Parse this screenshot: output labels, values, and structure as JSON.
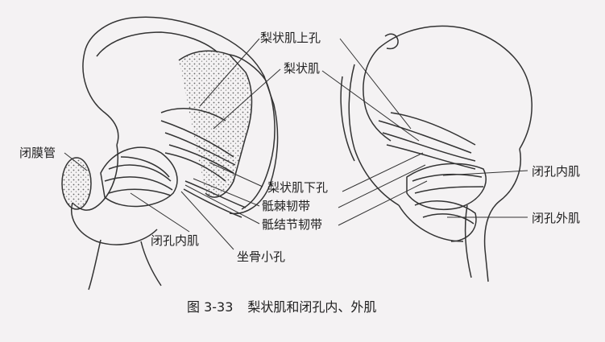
{
  "labels": {
    "piriformis_superior_foramen": "梨状肌上孔",
    "piriformis": "梨状肌",
    "obturator_canal": "闭膜管",
    "piriformis_inferior_foramen": "梨状肌下孔",
    "sacrospinous_ligament": "骶棘韧带",
    "sacrotuberous_ligament": "骶结节韧带",
    "obturator_internus_left": "闭孔内肌",
    "lesser_sciatic_foramen": "坐骨小孔",
    "obturator_internus_right": "闭孔内肌",
    "obturator_externus": "闭孔外肌"
  },
  "caption": {
    "number": "图 3-33",
    "title": "梨状肌和闭孔内、外肌"
  }
}
